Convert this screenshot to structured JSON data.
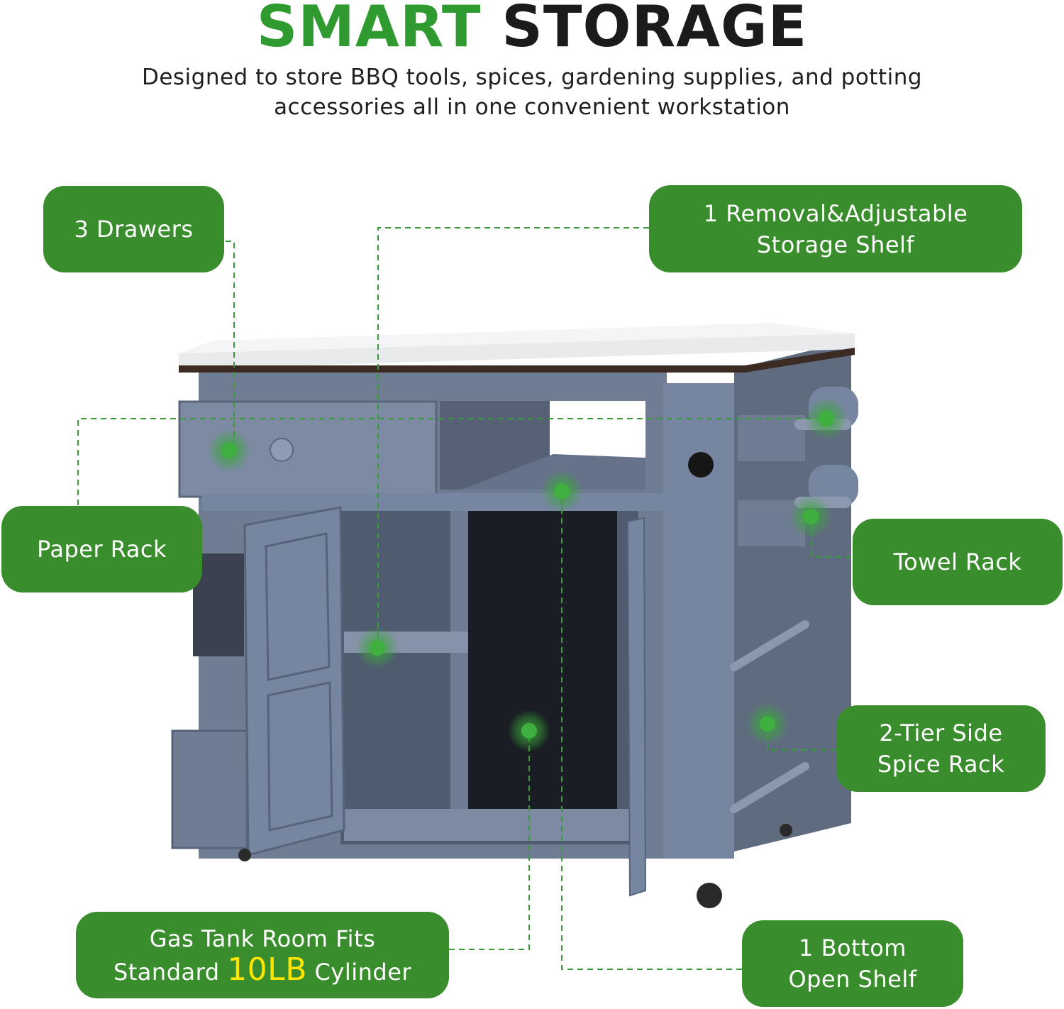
{
  "heading": {
    "word1": "SMART",
    "word2": "STORAGE"
  },
  "subtitle": {
    "line1": "Designed to store BBQ tools, spices, gardening supplies, and potting",
    "line2": "accessories all in one convenient workstation"
  },
  "labels": {
    "drawers": "3 Drawers",
    "shelf_line1": "1 Removal&Adjustable",
    "shelf_line2": "Storage Shelf",
    "paper_rack": "Paper Rack",
    "towel_rack": "Towel Rack",
    "spice_line1": "2-Tier Side",
    "spice_line2": "Spice Rack",
    "gas_line1": "Gas Tank Room Fits",
    "gas_line2_pre": "Standard ",
    "gas_line2_hl": "10LB",
    "gas_line2_post": " Cylinder",
    "bottom_line1": "1 Bottom",
    "bottom_line2": "Open Shelf"
  },
  "colors": {
    "brand_green": "#3a8d2c",
    "heading_green": "#2f9a2f",
    "highlight_yellow": "#ffe500",
    "cabinet_blue_gray": "#6f7d92",
    "dashed_line_green": "#3a9a3a"
  }
}
